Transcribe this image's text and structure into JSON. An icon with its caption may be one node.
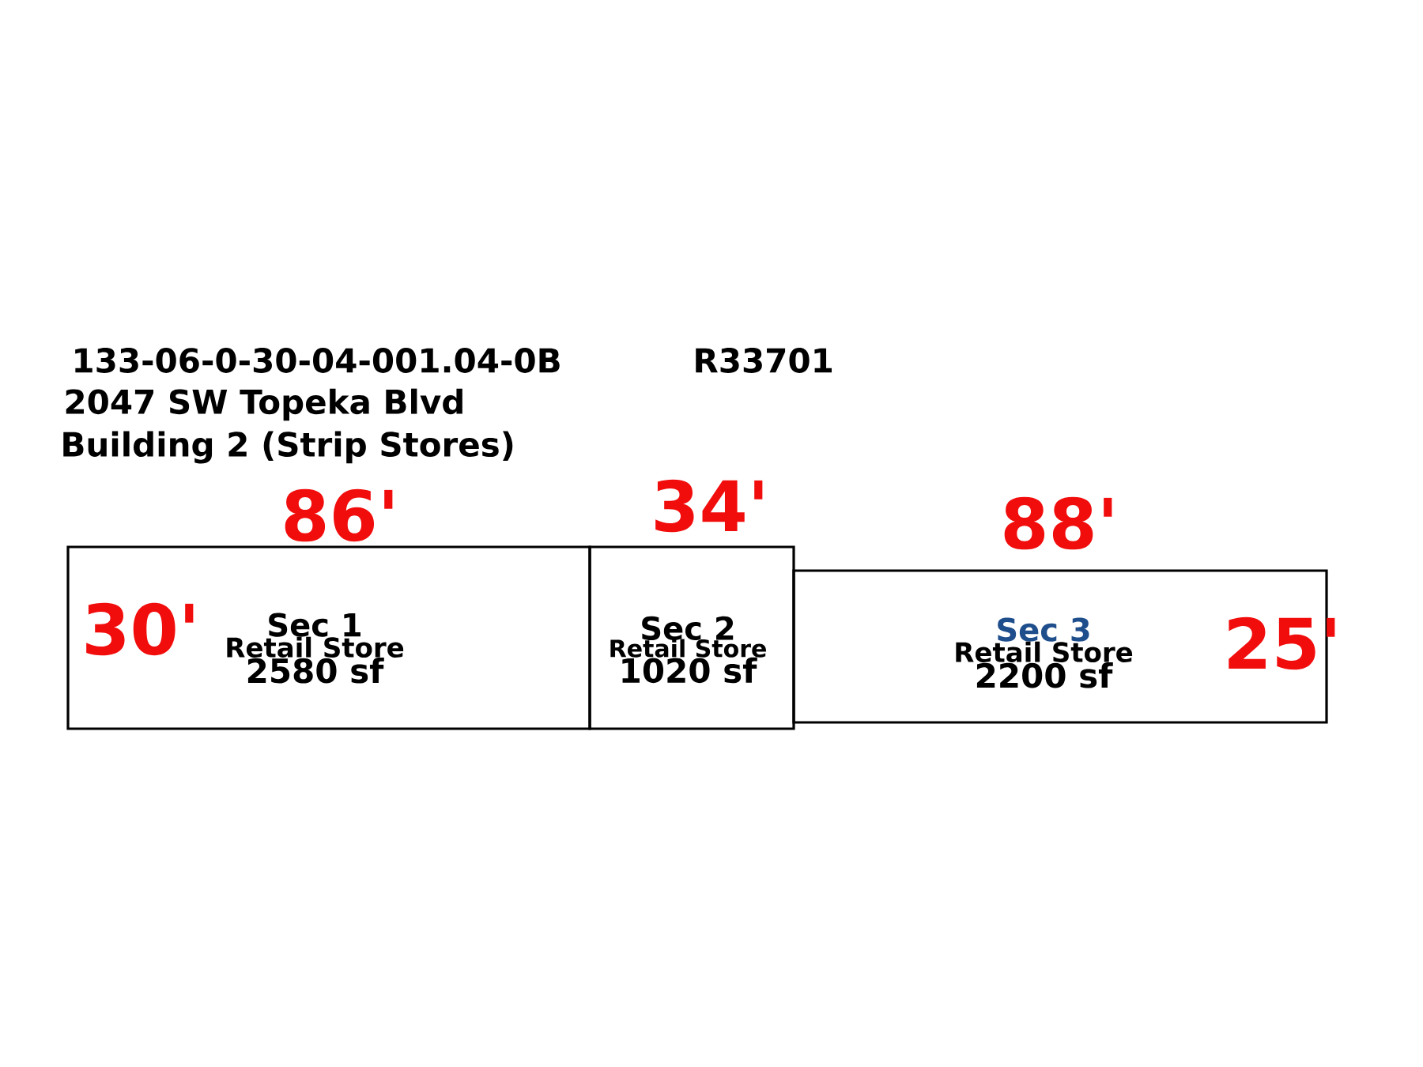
{
  "diagram": {
    "nodes": [
      {
        "text": [
          "Sec 1",
          "Retail Store",
          "2580 sf"
        ]
      },
      {
        "text": [
          "Sec 2",
          "Retail Store",
          "1020 sf"
        ]
      },
      {
        "text": [
          "Sec 3",
          "Retail Store",
          "2200 sf"
        ]
      }
    ],
    "labels": [
      "133-06-0-30-04-001.04-0B",
      "R33701",
      "2047 SW Topeka Blvd",
      "Building 2 (Strip Stores)",
      "86'",
      "34'",
      "88'",
      "30'",
      "25'"
    ]
  }
}
